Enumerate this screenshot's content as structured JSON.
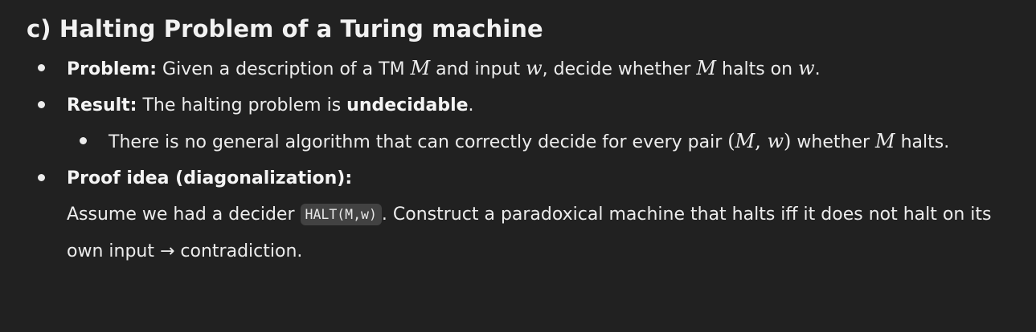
{
  "heading": "c) Halting Problem of a Turing machine",
  "items": [
    {
      "label": "Problem:",
      "t1": " Given a description of a TM ",
      "m1": "M",
      "t2": " and input ",
      "m2": "w",
      "t3": ", decide whether ",
      "m3": "M",
      "t4": " halts on ",
      "m4": "w",
      "t5": "."
    },
    {
      "label": "Result:",
      "t1": " The halting problem is ",
      "bold": "undecidable",
      "t2": ".",
      "sub": {
        "t1": "There is no general algorithm that can correctly decide for every pair ",
        "p_open": "(",
        "m1": "M",
        "comma": ", ",
        "m2": "w",
        "p_close": ")",
        "t2": " whether ",
        "m3": "M",
        "t3": " halts."
      }
    },
    {
      "label": "Proof idea (diagonalization):",
      "t1": "Assume we had a decider ",
      "code": "HALT(M,w)",
      "t2": ". Construct a paradoxical machine that halts iff it does not halt on its own input ",
      "arrow": "→",
      "t3": " contradiction."
    }
  ]
}
